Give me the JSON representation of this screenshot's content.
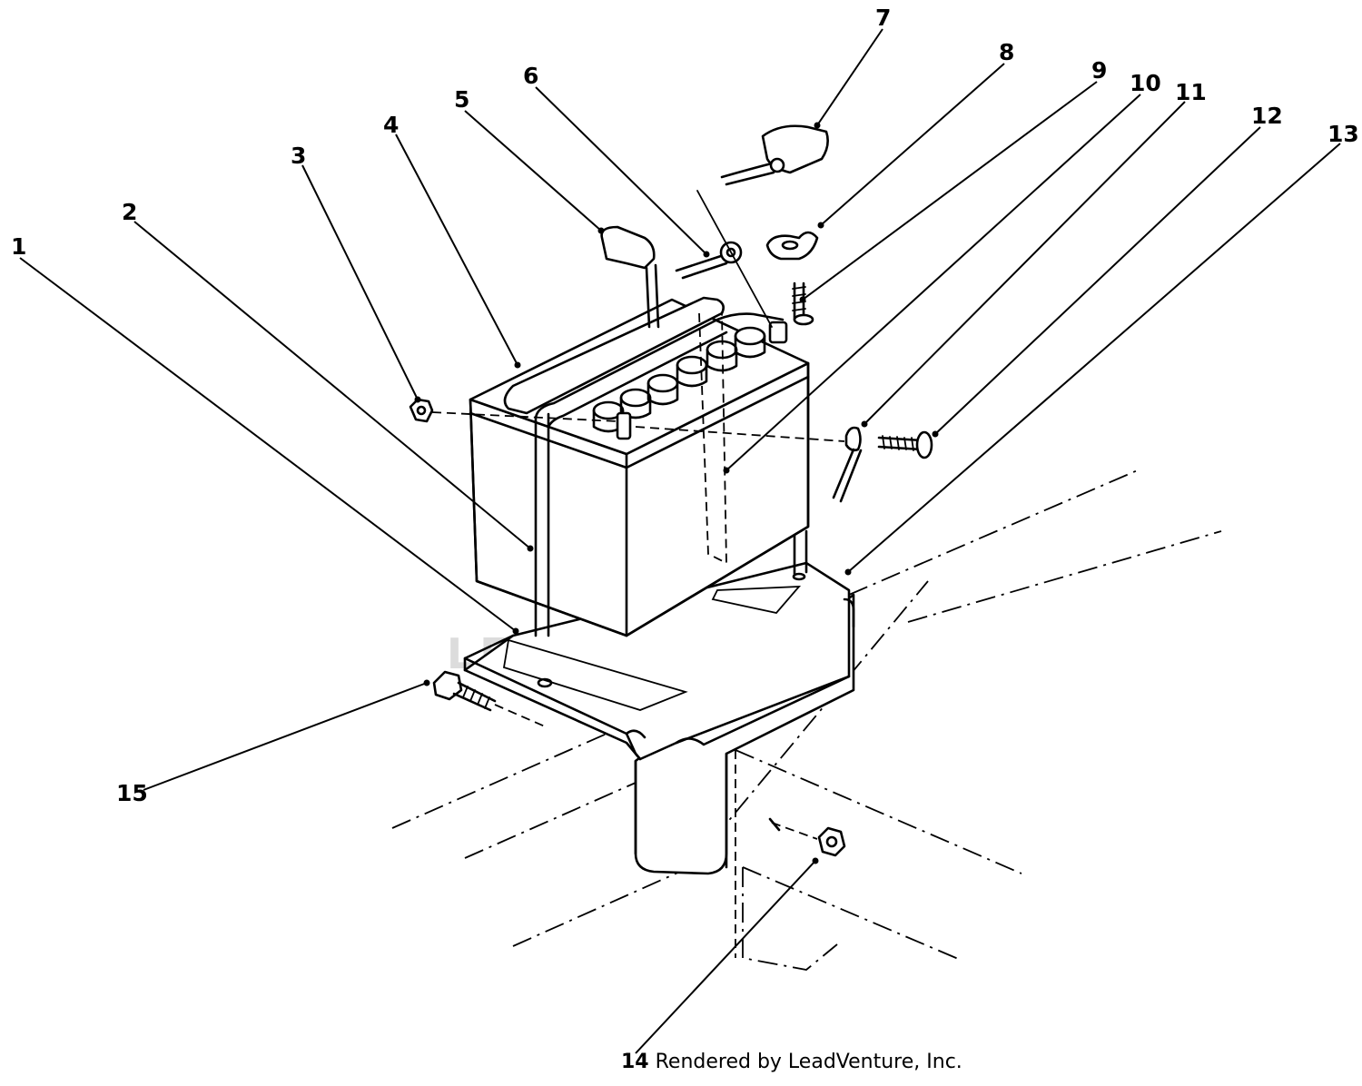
{
  "watermark": {
    "text": "LEADVENTURE"
  },
  "footer": {
    "text": "Rendered by LeadVenture, Inc."
  },
  "callouts": [
    "1",
    "2",
    "3",
    "4",
    "5",
    "6",
    "7",
    "8",
    "9",
    "10",
    "11",
    "12",
    "13",
    "14",
    "15"
  ]
}
